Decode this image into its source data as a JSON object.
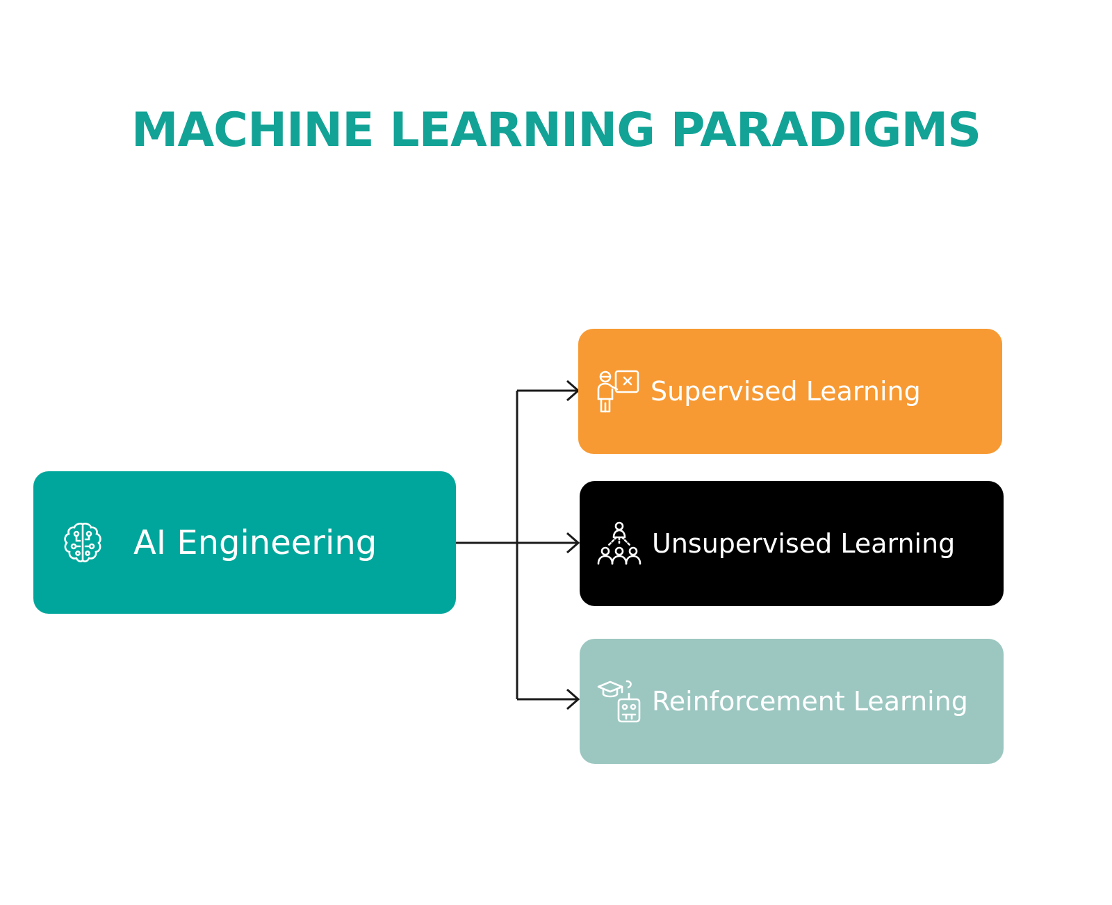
{
  "title": {
    "text": "MACHINE LEARNING PARADIGMS",
    "color": "#12a396"
  },
  "root": {
    "label": "AI Engineering",
    "icon": "brain-circuit-icon",
    "color": "#00a69b"
  },
  "branches": [
    {
      "label": "Supervised Learning",
      "icon": "teacher-board-icon",
      "color": "#f79a33"
    },
    {
      "label": "Unsupervised Learning",
      "icon": "hierarchy-people-icon",
      "color": "#000000"
    },
    {
      "label": "Reinforcement Learning",
      "icon": "robot-graduate-icon",
      "color": "#9cc7c1"
    }
  ],
  "connector_color": "#1a1a1a"
}
